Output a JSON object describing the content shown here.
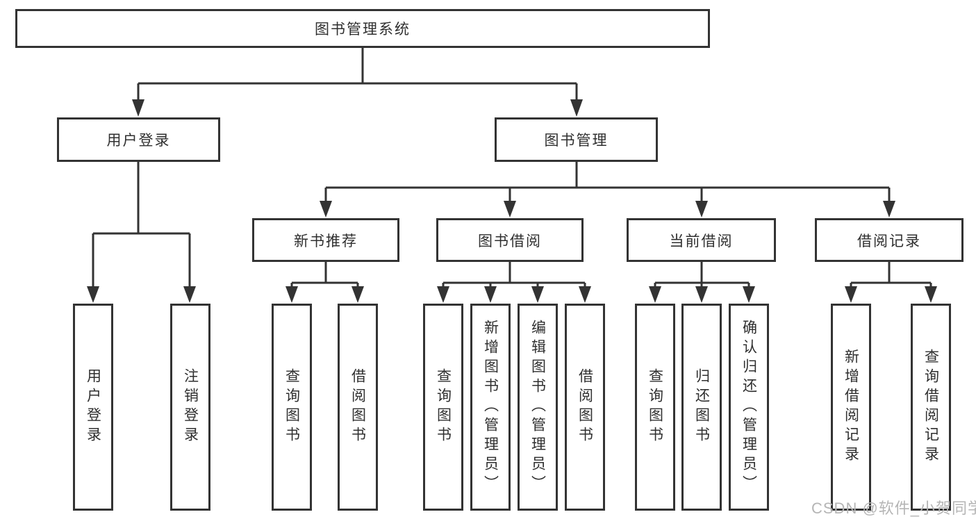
{
  "diagram": {
    "root": "图书管理系统",
    "userLogin": {
      "label": "用户登录",
      "children": [
        "用户登录",
        "注销登录"
      ]
    },
    "bookMgmt": {
      "label": "图书管理"
    },
    "newBook": {
      "label": "新书推荐",
      "children": [
        "查询图书",
        "借阅图书"
      ]
    },
    "borrow": {
      "label": "图书借阅",
      "children": [
        "查询图书",
        "新增图书（管理员）",
        "编辑图书（管理员）",
        "借阅图书"
      ]
    },
    "current": {
      "label": "当前借阅",
      "children": [
        "查询图书",
        "归还图书",
        "确认归还（管理员）"
      ]
    },
    "records": {
      "label": "借阅记录",
      "children": [
        "新增借阅记录",
        "查询借阅记录"
      ]
    }
  },
  "watermark": {
    "text": "CSDN @软件_小贺同学"
  },
  "colors": {
    "line": "#333333",
    "text": "#2f2f2f",
    "watermark": "#b5b5b5",
    "background": "#ffffff"
  }
}
